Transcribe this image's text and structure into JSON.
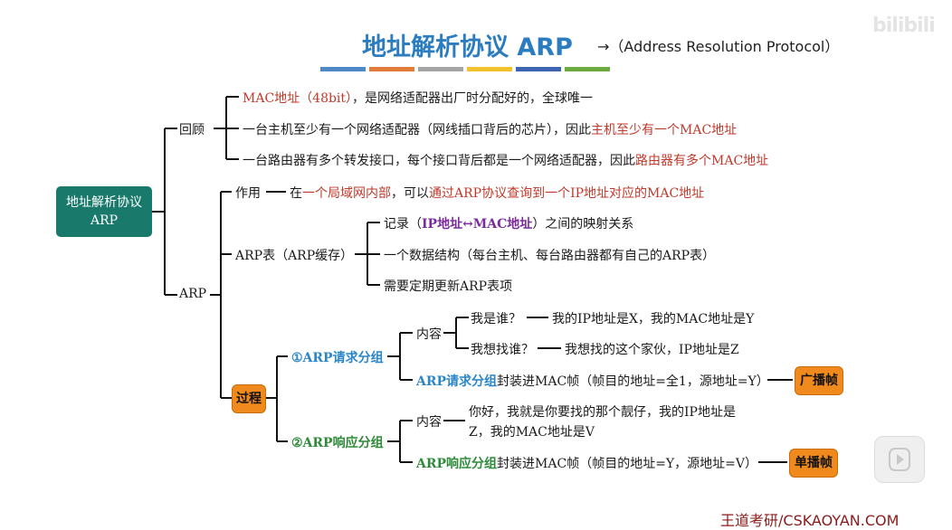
{
  "header": {
    "title": "地址解析协议 ARP",
    "subtitle": "→（Address Resolution Protocol）",
    "watermark": "bilibili",
    "color_bars": [
      "#4f88c6",
      "#e07b39",
      "#a5a5a5",
      "#f2c12e",
      "#3e63b0",
      "#6aaa3e"
    ]
  },
  "root": {
    "line1": "地址解析协议",
    "line2": "ARP"
  },
  "review": {
    "label": "回顾",
    "item1": {
      "red": "MAC地址（48bit）",
      "rest": "，是网络适配器出厂时分配好的，全球唯一"
    },
    "item2": {
      "text": "一台主机至少有一个网络适配器（网线插口背后的芯片），因此",
      "red": "主机至少有一个MAC地址"
    },
    "item3": {
      "text": "一台路由器有多个转发接口，每个接口背后都是一个网络适配器，因此",
      "red": "路由器有多个MAC地址"
    }
  },
  "arp": {
    "label": "ARP",
    "role": {
      "label": "作用",
      "p1": "在",
      "r1": "一个局域网内部",
      "p2": "，可以",
      "r2": "通过ARP协议查询到一个IP地址对应的MAC地址"
    },
    "table": {
      "label": "ARP表（ARP缓存）",
      "item1": {
        "p1": "记录（",
        "purple": "IP地址↔MAC地址",
        "p2": "）之间的映射关系"
      },
      "item2": "一个数据结构（每台主机、每台路由器都有自己的ARP表）",
      "item3": "需要定期更新ARP表项"
    },
    "process": {
      "label": "过程",
      "request": {
        "label": "①ARP请求分组",
        "content_label": "内容",
        "q1": "我是谁？",
        "a1": "我的IP地址是X，我的MAC地址是Y",
        "q2": "我想找谁？",
        "a2": "我想找的这个家伙，IP地址是Z",
        "encap_colored": "ARP请求分组",
        "encap_rest": "封装进MAC帧（帧目的地址=全1，源地址=Y）",
        "badge": "广播帧"
      },
      "response": {
        "label": "②ARP响应分组",
        "content_label": "内容",
        "line1": "你好，我就是你要找的那个靓仔，我的IP地址是",
        "line2": "Z，我的MAC地址是V",
        "encap_colored": "ARP响应分组",
        "encap_rest": "封装进MAC帧（帧目的地址=Y，源地址=V）",
        "badge": "单播帧"
      }
    }
  },
  "footer": "王道考研/CSKAOYAN.COM"
}
